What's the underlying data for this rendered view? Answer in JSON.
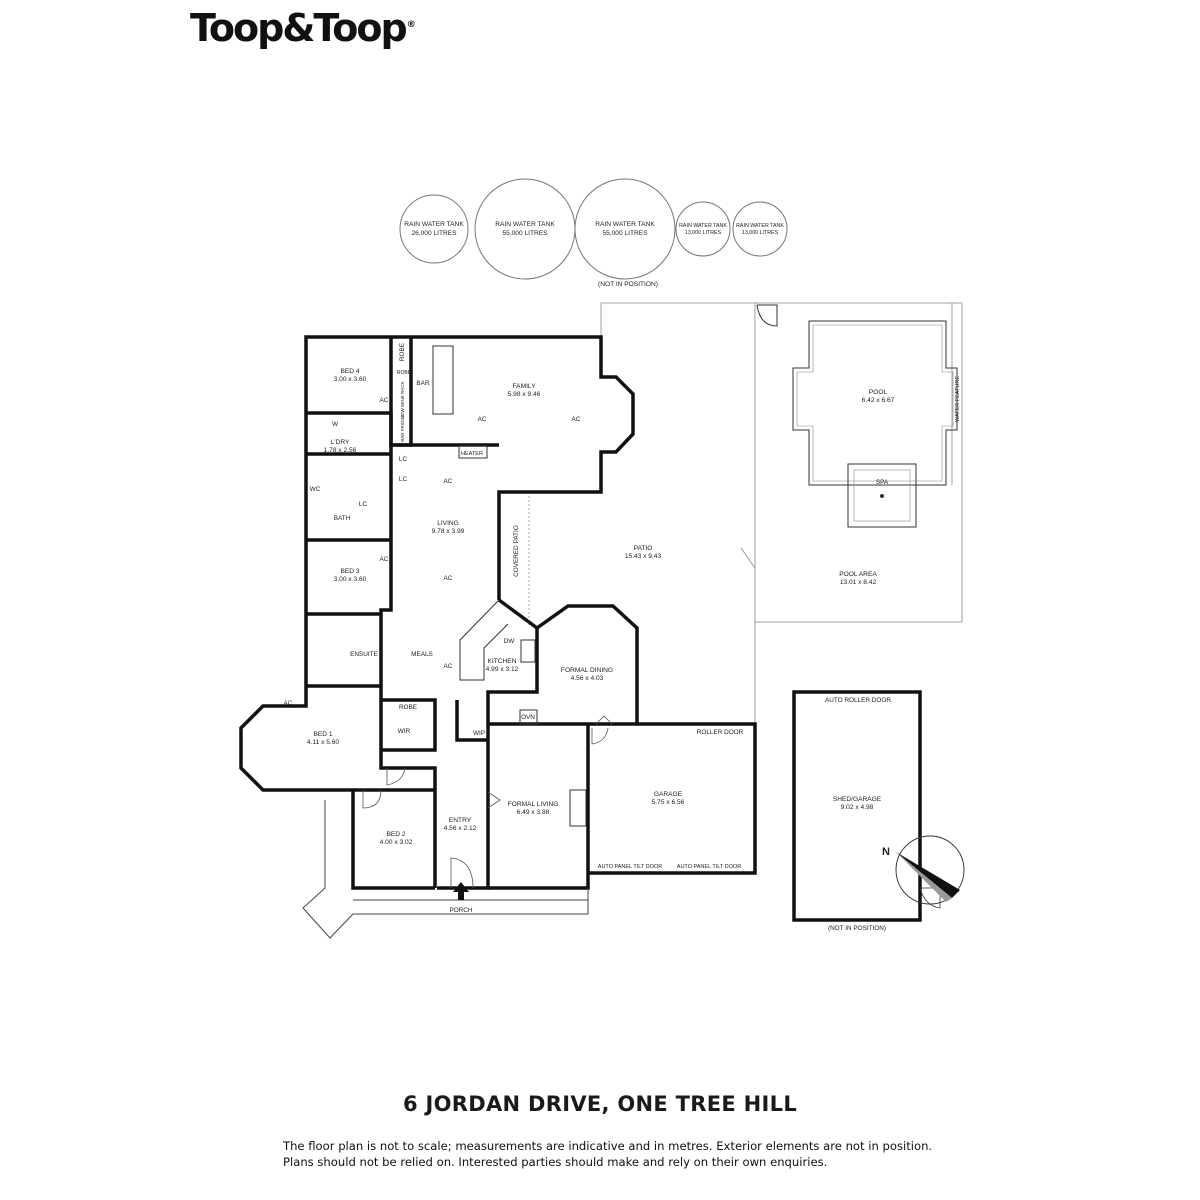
{
  "brand": {
    "logo_text": "Toop&Toop",
    "reg_mark": "®"
  },
  "tanks": [
    {
      "label": "RAIN WATER TANK",
      "size": "26,000 LITRES"
    },
    {
      "label": "RAIN WATER TANK",
      "size": "55,000 LITRES"
    },
    {
      "label": "RAIN WATER TANK",
      "size": "55,000 LITRES"
    },
    {
      "label": "RAIN WATER TANK",
      "size": "13,000 LITRES"
    },
    {
      "label": "RAIN WATER TANK",
      "size": "13,000 LITRES"
    }
  ],
  "tanks_note": "(NOT IN POSITION)",
  "rooms": {
    "bed4": {
      "name": "BED 4",
      "dims": "3.00 x 3.60"
    },
    "family": {
      "name": "FAMILY",
      "dims": "5.98 x 9.46"
    },
    "laundry": {
      "name": "L'DRY",
      "dims": "1.78 x 2.56"
    },
    "living": {
      "name": "LIVING",
      "dims": "9.78 x 3.99"
    },
    "bed3": {
      "name": "BED 3",
      "dims": "3.00 x 3.60"
    },
    "patio": {
      "name": "PATIO",
      "dims": "15.43 x 9.43"
    },
    "pool": {
      "name": "POOL",
      "dims": "6.42 x 6.67"
    },
    "pool_area": {
      "name": "POOL AREA",
      "dims": "13.01 x 8.42"
    },
    "kitchen": {
      "name": "KITCHEN",
      "dims": "4.99 x 3.12"
    },
    "formal_dining": {
      "name": "FORMAL DINING",
      "dims": "4.56 x 4.03"
    },
    "bed1": {
      "name": "BED 1",
      "dims": "4.11 x 5.60"
    },
    "garage": {
      "name": "GARAGE",
      "dims": "5.75 x 6.56"
    },
    "shed_garage": {
      "name": "SHED/GARAGE",
      "dims": "9.02 x 4.98"
    },
    "formal_living": {
      "name": "FORMAL LIVING",
      "dims": "6.49 x 3.88"
    },
    "entry": {
      "name": "ENTRY",
      "dims": "4.56 x 2.12"
    },
    "bed2": {
      "name": "BED 2",
      "dims": "4.00 x 3.02"
    }
  },
  "labels": {
    "robe": "ROBE",
    "bar": "BAR",
    "low_wine_rack": "LOW WINE RACK",
    "bar_fridge": "BAR FRIDGE",
    "ac": "AC",
    "w": "W",
    "lc": "LC",
    "wc": "WC",
    "bath": "BATH",
    "heater": "HEATER",
    "covered_patio": "COVERED PATIO",
    "water_feature": "WATER FEATURE",
    "spa": "SPA",
    "ensuite": "ENSUITE",
    "meals": "MEALS",
    "dw": "DW",
    "wir": "WIR",
    "wip": "WIP",
    "ovn": "OVN",
    "roller_door": "ROLLER DOOR",
    "auto_roller_door": "AUTO ROLLER DOOR",
    "auto_panel_tilt_door": "AUTO PANEL TILT DOOR",
    "porch": "PORCH",
    "shed_note": "(NOT IN POSITION)",
    "north": "N"
  },
  "address": "6 JORDAN DRIVE, ONE TREE HILL",
  "disclaimer": {
    "line1": "The floor plan is not to scale; measurements are indicative and in metres. Exterior elements are not in position.",
    "line2": "Plans should not be relied on. Interested parties should make and rely on their own enquiries."
  }
}
